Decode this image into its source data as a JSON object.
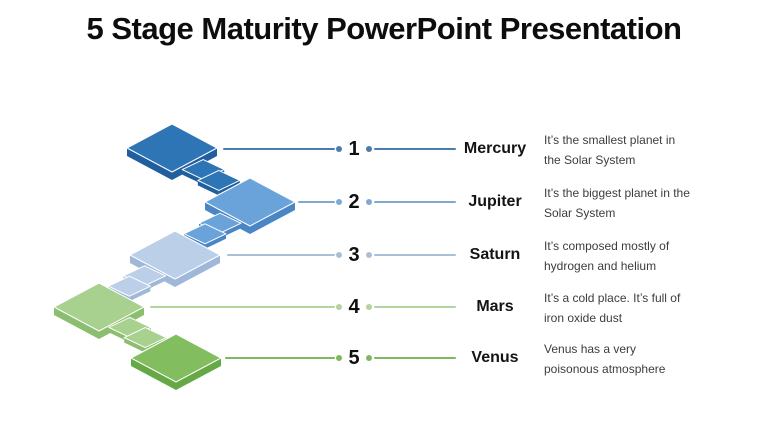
{
  "slide": {
    "title": "5 Stage Maturity PowerPoint Presentation",
    "background": "#ffffff",
    "title_color": "#0d0d0d"
  },
  "diagram": {
    "name": "5-stage-staircase",
    "tile_edge_highlight": "#ffffff"
  },
  "stages": [
    {
      "number": "1",
      "name": "Mercury",
      "desc": [
        "It’s the smallest planet in",
        "the Solar System"
      ],
      "line_color": "#4a7cb0",
      "tile_top": "#2e75b6",
      "tile_side": "#205e9e"
    },
    {
      "number": "2",
      "name": "Jupiter",
      "desc": [
        "It’s the biggest planet in the",
        "Solar System"
      ],
      "line_color": "#7fa9d4",
      "tile_top": "#6aa2da",
      "tile_side": "#4a86c6"
    },
    {
      "number": "3",
      "name": "Saturn",
      "desc": [
        "It’s composed mostly of",
        "hydrogen and helium"
      ],
      "line_color": "#aabfd8",
      "tile_top": "#bccfe8",
      "tile_side": "#9fb8da"
    },
    {
      "number": "4",
      "name": "Mars",
      "desc": [
        "It’s a cold place. It’s full of",
        "iron oxide dust"
      ],
      "line_color": "#b2d49e",
      "tile_top": "#a8d08f",
      "tile_side": "#8cbe70"
    },
    {
      "number": "5",
      "name": "Venus",
      "desc": [
        "Venus has a very",
        "poisonous atmosphere"
      ],
      "line_color": "#7db95e",
      "tile_top": "#82be5f",
      "tile_side": "#67a846"
    }
  ]
}
